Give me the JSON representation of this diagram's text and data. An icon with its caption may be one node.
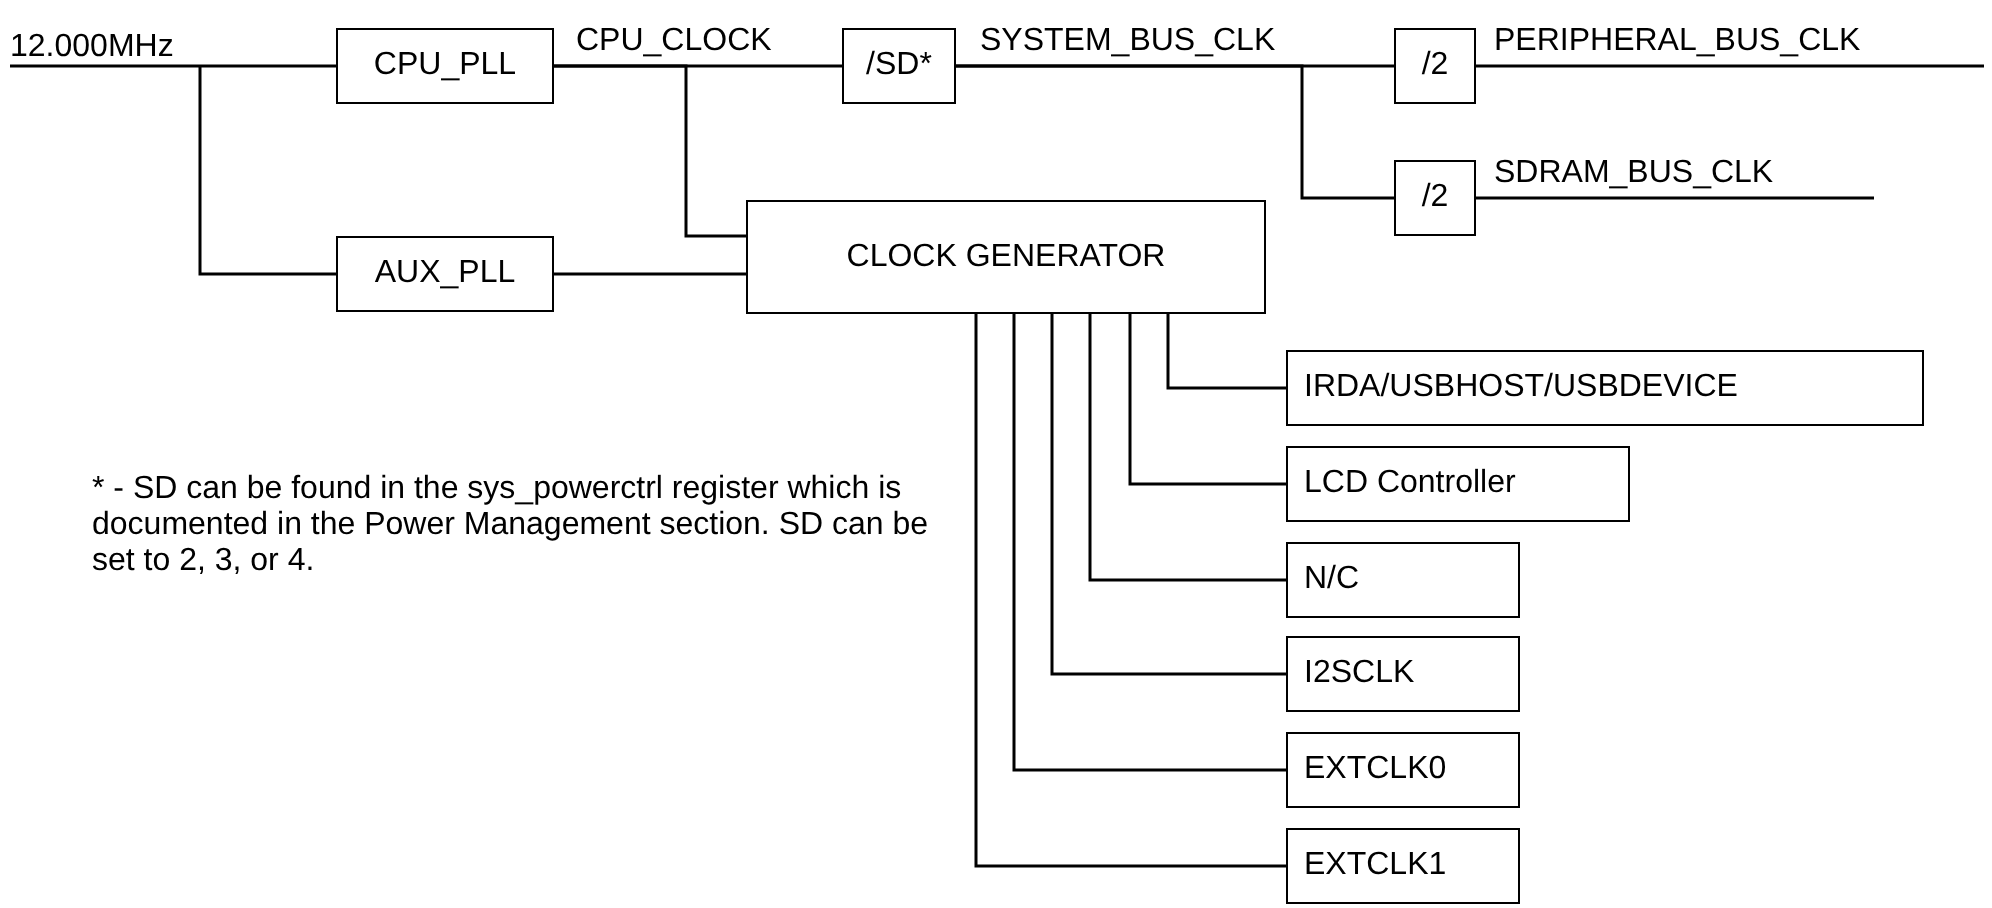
{
  "diagram": {
    "nodes": [
      {
        "text": [
          "12.000MHz"
        ]
      },
      {
        "text": [
          "CPU_PLL"
        ]
      },
      {
        "text": [
          "/SD*"
        ]
      },
      {
        "text": [
          "/2"
        ]
      },
      {
        "text": [
          "/2"
        ]
      },
      {
        "text": [
          "AUX_PLL"
        ]
      },
      {
        "text": [
          "CLOCK GENERATOR"
        ]
      },
      {
        "text": [
          "IRDA/USBHOST/USBDEVICE"
        ]
      },
      {
        "text": [
          "LCD Controller"
        ]
      },
      {
        "text": [
          "N/C"
        ]
      },
      {
        "text": [
          "I2SCLK"
        ]
      },
      {
        "text": [
          "EXTCLK0"
        ]
      },
      {
        "text": [
          "EXTCLK1"
        ]
      }
    ],
    "edges": [
      {
        "from": 0,
        "to": 1,
        "arrow": "none"
      },
      {
        "from": 0,
        "to": 5,
        "arrow": "none"
      },
      {
        "from": 1,
        "to": 2,
        "arrow": "none",
        "label": "CPU_CLOCK"
      },
      {
        "from": 1,
        "to": 6,
        "arrow": "none"
      },
      {
        "from": 2,
        "to": 3,
        "arrow": "none",
        "label": "SYSTEM_BUS_CLK"
      },
      {
        "from": 2,
        "to": 4,
        "arrow": "none"
      },
      {
        "from": 3,
        "to": null,
        "arrow": "none",
        "label": "PERIPHERAL_BUS_CLK"
      },
      {
        "from": 4,
        "to": null,
        "arrow": "none",
        "label": "SDRAM_BUS_CLK"
      },
      {
        "from": 5,
        "to": 6,
        "arrow": "none"
      },
      {
        "from": 6,
        "to": 7,
        "arrow": "none"
      },
      {
        "from": 6,
        "to": 8,
        "arrow": "none"
      },
      {
        "from": 6,
        "to": 9,
        "arrow": "none"
      },
      {
        "from": 6,
        "to": 10,
        "arrow": "none"
      },
      {
        "from": 6,
        "to": 11,
        "arrow": "none"
      },
      {
        "from": 6,
        "to": 12,
        "arrow": "none"
      }
    ],
    "labels": [
      "* - SD can be found in the sys_powerctrl register which is documented in the Power Management section. SD can be set to 2, 3, or 4."
    ]
  }
}
